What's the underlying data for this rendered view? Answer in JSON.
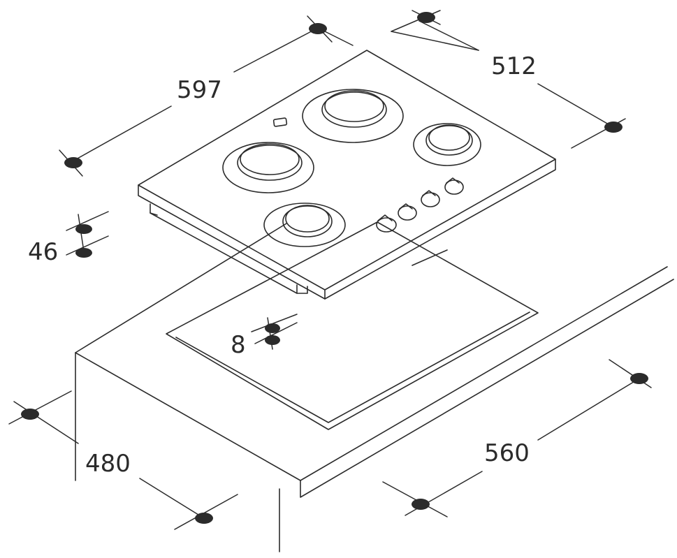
{
  "dimensions": {
    "width_top": "597",
    "depth_top": "512",
    "height_hob": "46",
    "recess": "8",
    "cutout_depth": "480",
    "cutout_width": "560"
  }
}
